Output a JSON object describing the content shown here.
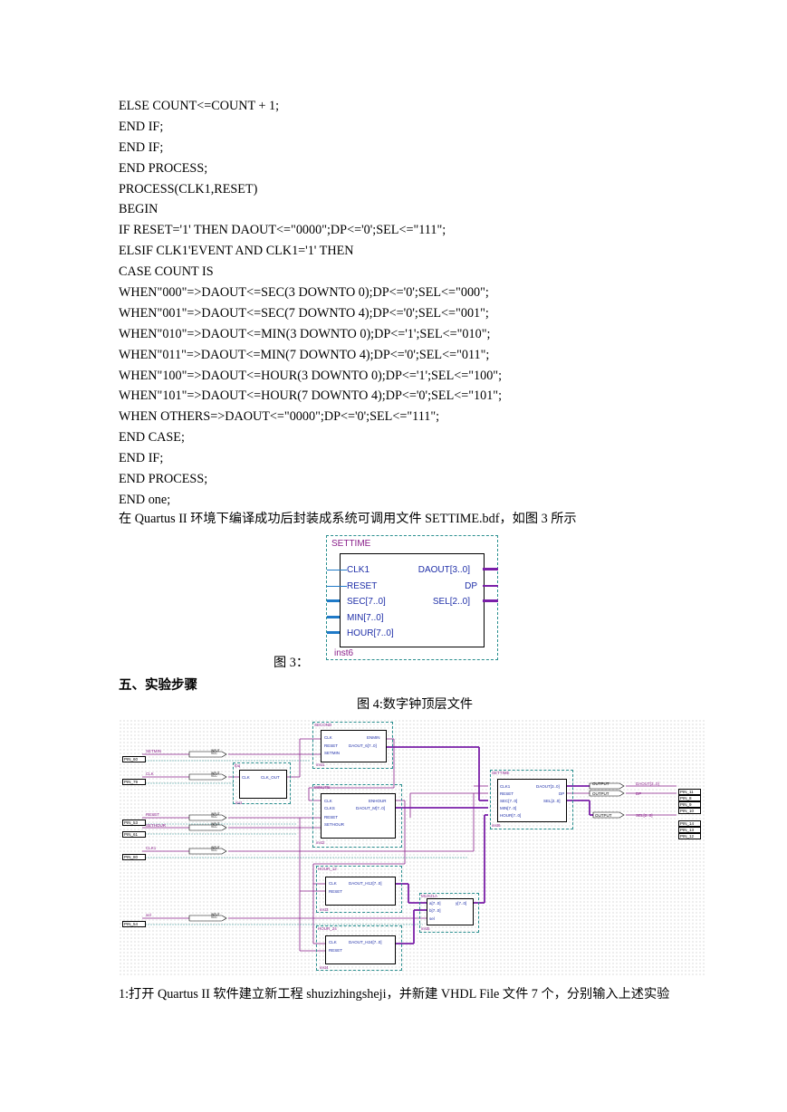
{
  "code_lines": [
    "ELSE COUNT<=COUNT + 1;",
    "END IF;",
    "END IF;",
    "END PROCESS;",
    "PROCESS(CLK1,RESET)",
    "BEGIN",
    "IF RESET='1' THEN DAOUT<=\"0000\";DP<='0';SEL<=\"111\";",
    "ELSIF CLK1'EVENT AND CLK1='1' THEN",
    "CASE COUNT IS",
    "WHEN\"000\"=>DAOUT<=SEC(3 DOWNTO 0);DP<='0';SEL<=\"000\";",
    "WHEN\"001\"=>DAOUT<=SEC(7 DOWNTO 4);DP<='0';SEL<=\"001\";",
    "WHEN\"010\"=>DAOUT<=MIN(3 DOWNTO 0);DP<='1';SEL<=\"010\";",
    "WHEN\"011\"=>DAOUT<=MIN(7 DOWNTO 4);DP<='0';SEL<=\"011\";",
    "WHEN\"100\"=>DAOUT<=HOUR(3 DOWNTO 0);DP<='1';SEL<=\"100\";",
    "WHEN\"101\"=>DAOUT<=HOUR(7 DOWNTO 4);DP<='0';SEL<=\"101\";",
    "WHEN OTHERS=>DAOUT<=\"0000\";DP<='0';SEL<=\"111\";",
    "END CASE;",
    "END IF;",
    "END PROCESS;",
    "END one;"
  ],
  "paragraph_compile": "在 Quartus II 环境下编译成功后封装成系统可调用文件 SETTIME.bdf，如图 3 所示",
  "figure3": {
    "label": "图 3：",
    "block_title": "SETTIME",
    "instance": "inst6",
    "inputs": [
      "CLK1",
      "RESET",
      "SEC[7..0]",
      "MIN[7..0]",
      "HOUR[7..0]"
    ],
    "outputs": [
      "DAOUT[3..0]",
      "DP",
      "SEL[2..0]"
    ]
  },
  "section_heading": "五、实验步骤",
  "figure4": {
    "title": "图 4:数字钟顶层文件",
    "blocks": {
      "second": {
        "title": "SECOND",
        "inst": "inst1",
        "in": [
          "CLK",
          "RESET",
          "SETMIN"
        ],
        "out": [
          "ENMIN",
          "DAOUT_6[7..0]"
        ]
      },
      "fpq": {
        "title": "fpq",
        "inst": "inst",
        "in": [
          "CLK"
        ],
        "out": [
          "CLK_OUT"
        ]
      },
      "minute": {
        "title": "MINUTE",
        "inst": "inst2",
        "in": [
          "CLK",
          "CLKS",
          "RESET",
          "SETHOUR"
        ],
        "out": [
          "ENHOUR",
          "DAOUT_M[7..0]"
        ]
      },
      "hour12": {
        "title": "HOUR_12",
        "inst": "inst3",
        "in": [
          "CLK",
          "RESET"
        ],
        "out": [
          "DAOUT_H12[7..0]"
        ]
      },
      "hour24": {
        "title": "HOUR_24",
        "inst": "inst4",
        "in": [
          "CLK",
          "RESET"
        ],
        "out": [
          "DAOUT_H24[7..0]"
        ]
      },
      "mux": {
        "title": "MUX21A",
        "inst": "inst5",
        "in": [
          "a[7..0]",
          "b[7..0]",
          "sel"
        ],
        "out": [
          "y[7..0]"
        ]
      },
      "settime": {
        "title": "SETTIME",
        "inst": "inst6",
        "in": [
          "CLK1",
          "RESET",
          "SEC[7..0]",
          "MIN[7..0]",
          "HOUR[7..0]"
        ],
        "out": [
          "DAOUT[3..0]",
          "DP",
          "SEL[2..0]"
        ]
      }
    },
    "input_pins": [
      {
        "signal": "SETMIN",
        "pin": "PIN_60"
      },
      {
        "signal": "CLK",
        "pin": "PIN_79"
      },
      {
        "signal": "RESET",
        "pin": "PIN_53"
      },
      {
        "signal": "SETHOUR",
        "pin": "PIN_61"
      },
      {
        "signal": "CLK1",
        "pin": "PIN_80"
      },
      {
        "signal": "sel",
        "pin": "PIN_54"
      }
    ],
    "io_input_label": "INPUT\nVCC",
    "io_output_label": "OUTPUT",
    "output_pins": [
      {
        "signal": "DAOUT[3..0]"
      },
      {
        "signal": "DP"
      },
      {
        "signal": "SEL[2..0]"
      }
    ],
    "output_pin_numbers": [
      "PIN_11",
      "PIN_8",
      "PIN_9",
      "PIN_10",
      "PIN_14",
      "PIN_13",
      "PIN_12"
    ]
  },
  "paragraph_step1": "1:打开 Quartus II 软件建立新工程 shuzizhingsheji，并新建 VHDL File 文件 7 个，分别输入上述实验"
}
